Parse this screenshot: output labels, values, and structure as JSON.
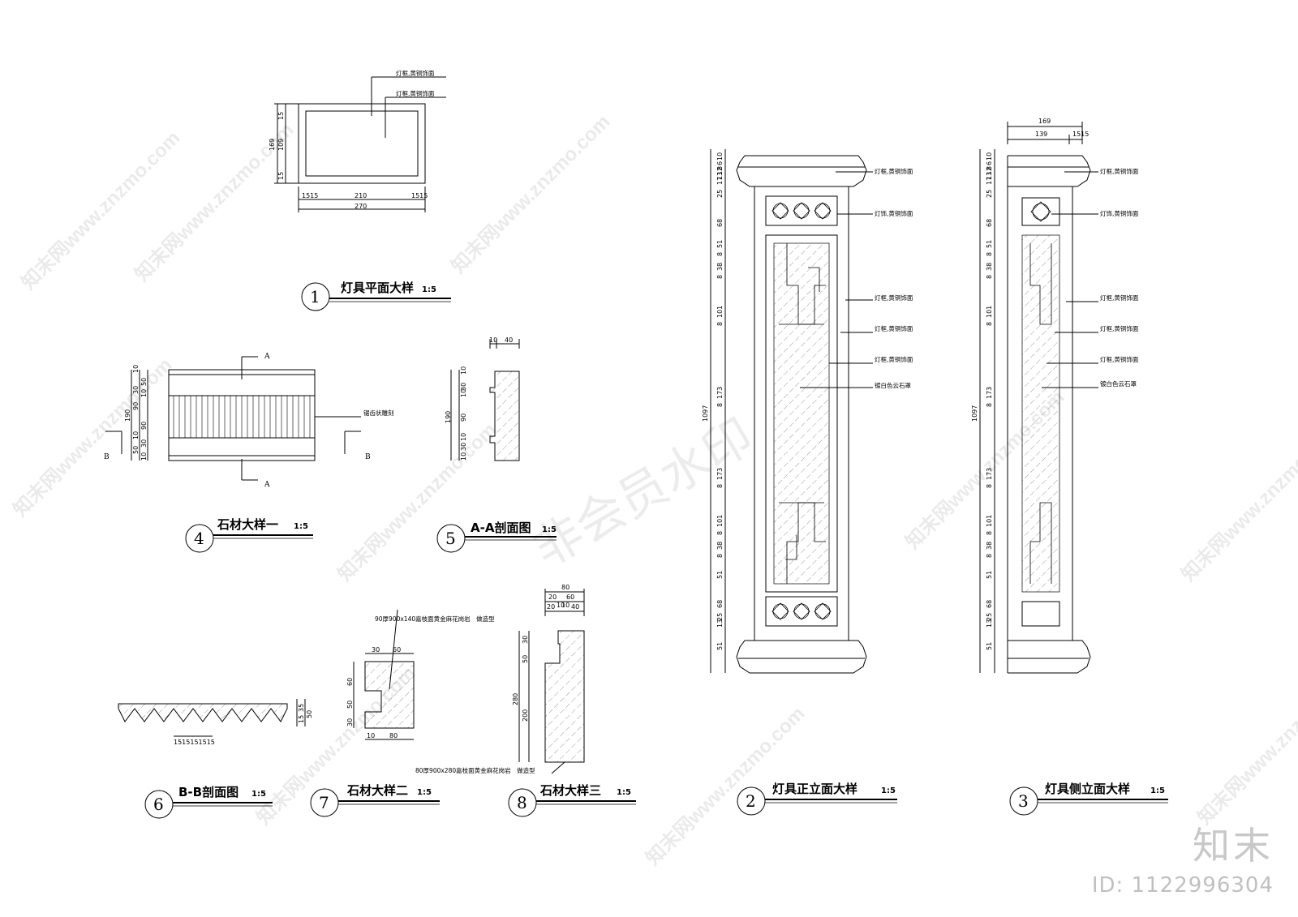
{
  "drawings": {
    "d1": {
      "num": "1",
      "title": "灯具平面大样",
      "scale": "1:5",
      "dims": {
        "h_total": "169",
        "h_inner": "109",
        "h_edge_a": "15",
        "h_edge_b": "15",
        "w_total": "270",
        "w_inner": "210",
        "w_edge": "1515"
      },
      "notes": [
        "灯框,黄铜饰面",
        "灯框,黄铜饰面"
      ]
    },
    "d2": {
      "num": "2",
      "title": "灯具正立面大样",
      "scale": "1:5",
      "left_dims": [
        "10",
        "6",
        "8",
        "12",
        "13",
        "17",
        "25",
        "68",
        "51",
        "8",
        "38",
        "8",
        "101",
        "8",
        "173",
        "8",
        "173",
        "8",
        "101",
        "8",
        "38",
        "8",
        "51",
        "68",
        "25",
        "13",
        "51"
      ],
      "total": "1097",
      "notes": [
        "灯框,黄铜饰面",
        "灯饰,黄铜饰面",
        "灯框,黄铜饰面",
        "灯框,黄铜饰面",
        "灯框,黄铜饰面",
        "镀白色云石罩"
      ]
    },
    "d3": {
      "num": "3",
      "title": "灯具侧立面大样",
      "scale": "1:5",
      "top_dims": [
        "169",
        "139",
        "1515"
      ],
      "total": "1097",
      "notes": [
        "灯框,黄铜饰面",
        "灯饰,黄铜饰面",
        "灯框,黄铜饰面",
        "灯框,黄铜饰面",
        "灯框,黄铜饰面",
        "镀白色云石罩"
      ]
    },
    "d4": {
      "num": "4",
      "title": "石材大样一",
      "scale": "1:5",
      "dims": [
        "10",
        "50",
        "30",
        "10",
        "90",
        "90",
        "10",
        "30",
        "50",
        "10",
        "190"
      ],
      "note": "锯齿状雕刻",
      "sec_a": "A",
      "sec_b": "B"
    },
    "d5": {
      "num": "5",
      "title": "A-A剖面图",
      "scale": "1:5",
      "top_dims": [
        "10",
        "40"
      ],
      "side_dims": [
        "10",
        "30",
        "10",
        "90",
        "10",
        "30",
        "10",
        "190"
      ]
    },
    "d6": {
      "num": "6",
      "title": "B-B剖面图",
      "scale": "1:5",
      "dims": [
        "15",
        "35",
        "50",
        "1515151515"
      ]
    },
    "d7": {
      "num": "7",
      "title": "石材大样二",
      "scale": "1:5",
      "note": "90厚900x140嘉枝面黄金麻花岗岩　做造型",
      "dims": [
        "30",
        "60",
        "60",
        "50",
        "30",
        "10",
        "80"
      ]
    },
    "d8": {
      "num": "8",
      "title": "石材大样三",
      "scale": "1:5",
      "note": "80厚900x280嘉枝面黄金麻花岗岩　做造型",
      "dims": [
        "80",
        "20",
        "60",
        "20",
        "10",
        "10",
        "40",
        "30",
        "50",
        "280",
        "200"
      ]
    }
  },
  "watermarks": {
    "site": "知末网www.znzmo.com",
    "member": "非会员水印",
    "brand": "知末",
    "id": "ID: 1122996304"
  }
}
